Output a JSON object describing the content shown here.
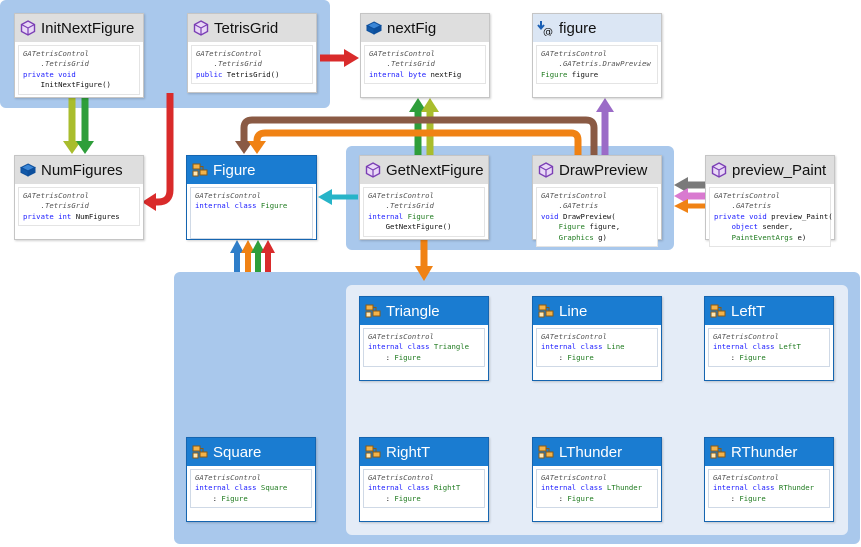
{
  "diagram": {
    "nodes": {
      "initNextFigure": {
        "title": "InitNextFigure",
        "lines": [
          "GATetrisControl",
          "    .TetrisGrid",
          "private void",
          "    InitNextFigure()"
        ]
      },
      "tetrisGrid": {
        "title": "TetrisGrid",
        "lines": [
          "GATetrisControl",
          "    .TetrisGrid",
          "public TetrisGrid()"
        ]
      },
      "nextFig": {
        "title": "nextFig",
        "lines": [
          "GATetrisControl",
          "    .TetrisGrid",
          "internal byte nextFig"
        ]
      },
      "figureField": {
        "title": "figure",
        "lines": [
          "GATetrisControl",
          "    .GATetris.DrawPreview",
          "Figure figure"
        ]
      },
      "numFigures": {
        "title": "NumFigures",
        "lines": [
          "GATetrisControl",
          "    .TetrisGrid",
          "private int NumFigures"
        ]
      },
      "figureClass": {
        "title": "Figure",
        "lines": [
          "GATetrisControl",
          "internal class Figure"
        ]
      },
      "getNextFigure": {
        "title": "GetNextFigure",
        "lines": [
          "GATetrisControl",
          "    .TetrisGrid",
          "internal Figure",
          "    GetNextFigure()"
        ]
      },
      "drawPreview": {
        "title": "DrawPreview",
        "lines": [
          "GATetrisControl",
          "    .GATetris",
          "void DrawPreview(",
          "    Figure figure,",
          "    Graphics g)"
        ]
      },
      "previewPaint": {
        "title": "preview_Paint",
        "lines": [
          "GATetrisControl",
          "    .GATetris",
          "private void preview_Paint(",
          "    object sender,",
          "    PaintEventArgs e)"
        ]
      },
      "triangle": {
        "title": "Triangle",
        "lines": [
          "GATetrisControl",
          "internal class Triangle",
          "    : Figure"
        ]
      },
      "line": {
        "title": "Line",
        "lines": [
          "GATetrisControl",
          "internal class Line",
          "    : Figure"
        ]
      },
      "leftT": {
        "title": "LeftT",
        "lines": [
          "GATetrisControl",
          "internal class LeftT",
          "    : Figure"
        ]
      },
      "square": {
        "title": "Square",
        "lines": [
          "GATetrisControl",
          "internal class Square",
          "    : Figure"
        ]
      },
      "rightT": {
        "title": "RightT",
        "lines": [
          "GATetrisControl",
          "internal class RightT",
          "    : Figure"
        ]
      },
      "lThunder": {
        "title": "LThunder",
        "lines": [
          "GATetrisControl",
          "internal class LThunder",
          "    : Figure"
        ]
      },
      "rThunder": {
        "title": "RThunder",
        "lines": [
          "GATetrisControl",
          "internal class RThunder",
          "    : Figure"
        ]
      }
    },
    "icons": {
      "method": "method-icon",
      "field": "field-icon",
      "class": "class-icon",
      "parameter": "parameter-icon"
    },
    "colors": {
      "region": "#a9c8ec",
      "region_inner": "#e4ecf7",
      "class_header": "#1a7cd1",
      "method_header": "#dedede",
      "param_header": "#dbe6f4",
      "keyword": "#1a1aff",
      "type": "#1e7a1e",
      "arrow_red": "#d92b2b",
      "arrow_olive": "#a9bd2d",
      "arrow_green": "#2e9e3a",
      "arrow_brown": "#8a5a44",
      "arrow_orange": "#f08214",
      "arrow_teal": "#27b4c8",
      "arrow_purple": "#9b6bc7",
      "arrow_gray": "#7a7a7a",
      "arrow_pink": "#d97ad0",
      "arrow_blue": "#2f7ec9"
    }
  }
}
